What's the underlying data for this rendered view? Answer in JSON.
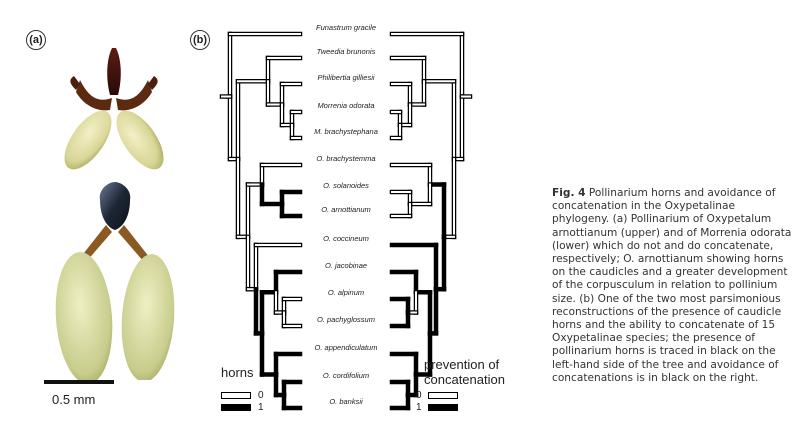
{
  "panels": {
    "a": "(a)",
    "b": "(b)"
  },
  "scale_bar": "0.5 mm",
  "taxa": [
    "Funastrum gracile",
    "Tweedia brunonis",
    "Philibertia gilliesii",
    "Morrenia odorata",
    "M. brachystephana",
    "O. brachystemma",
    "O. solanoides",
    "O. arnottianum",
    "O. coccineum",
    "O. jacobinae",
    "O. alpinum",
    "O. pachyglossum",
    "O. appendiculatum",
    "O. cordifolium",
    "O. banksii"
  ],
  "legend": {
    "horns_title": "horns",
    "prevention_title_1": "prevention of",
    "prevention_title_2": "concatenation",
    "state0": "0",
    "state1": "1"
  },
  "colors": {
    "state0": "#ffffff",
    "state1": "#000000"
  },
  "caption": {
    "label": "Fig. 4",
    "text": "Pollinarium horns and avoidance of concatenation in the Oxypetalinae phylogeny. (a) Pollinarium of Oxypetalum arnottianum (upper) and of Morrenia odorata (lower) which do not and do concatenate, respectively; O. arnottianum showing horns on the caudicles and a greater development of the corpusculum in relation to pollinium size. (b) One of the two most parsimonious reconstructions of the presence of caudicle horns and the ability to concatenate of 15 Oxypetalinae species; the presence of pollinarium horns is traced in black on the left-hand side of the tree and avoidance of concatenations is in black on the right."
  }
}
